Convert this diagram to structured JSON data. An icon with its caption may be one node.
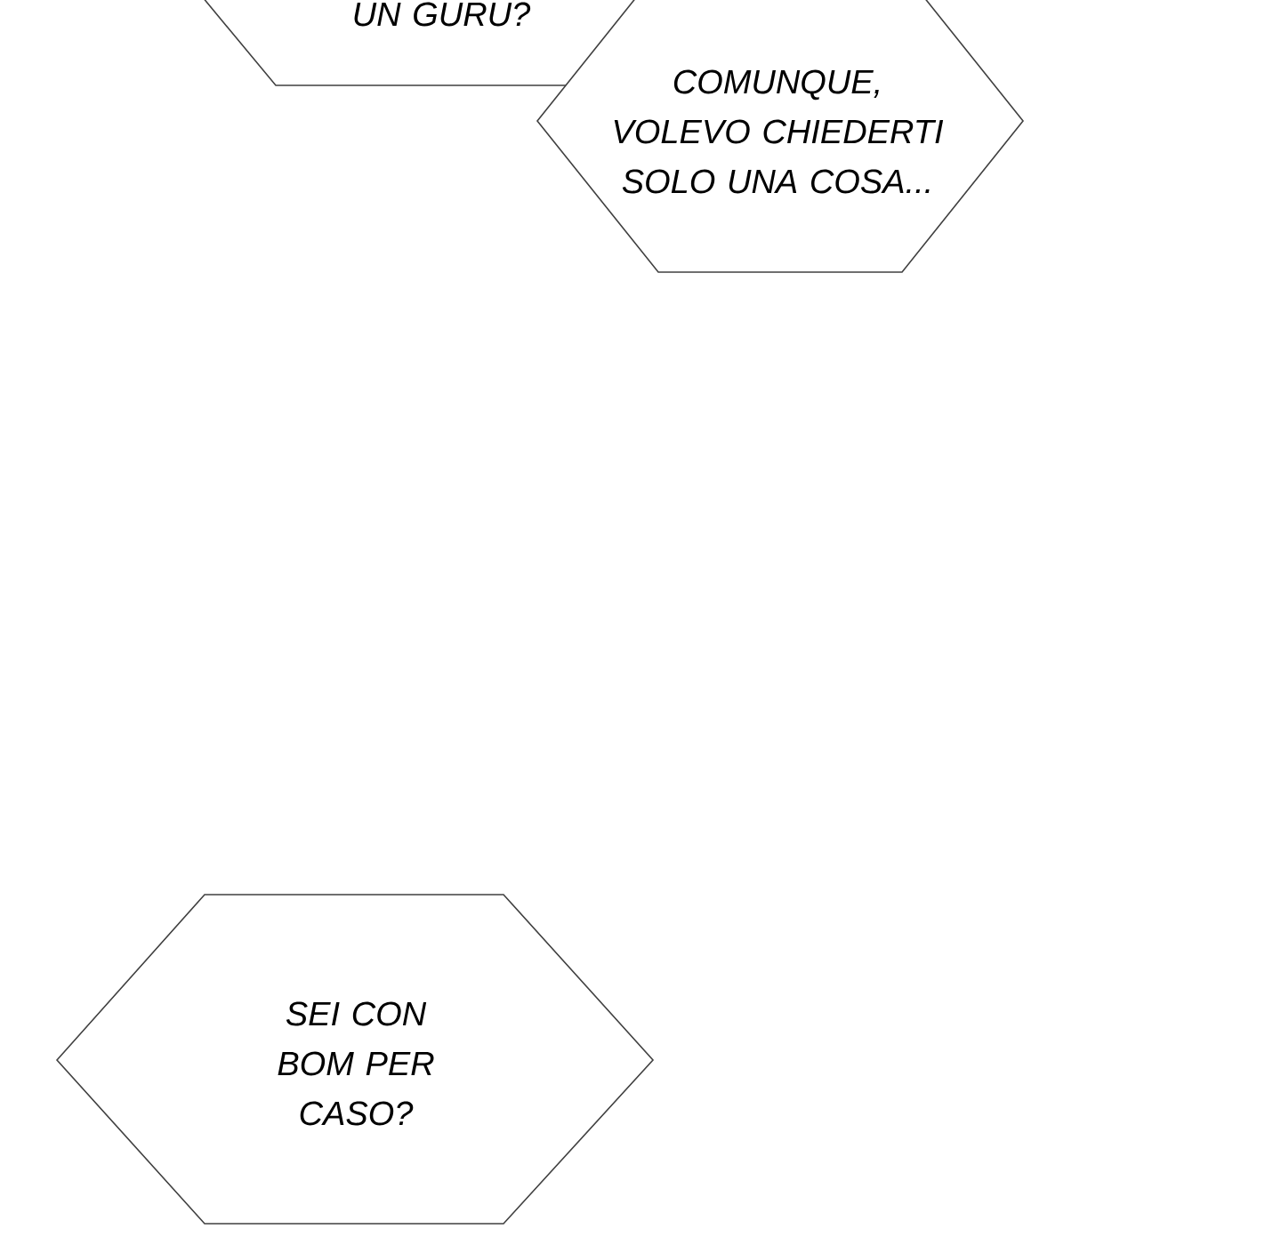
{
  "diagram": {
    "nodes": [
      {
        "text": [
          "UN GURU?"
        ]
      },
      {
        "text": [
          "COMUNQUE, VOLEVO CHIEDERTI SOLO UNA COSA..."
        ]
      },
      {
        "text": [
          "SEI CON BOM PER CASO?"
        ]
      }
    ]
  }
}
